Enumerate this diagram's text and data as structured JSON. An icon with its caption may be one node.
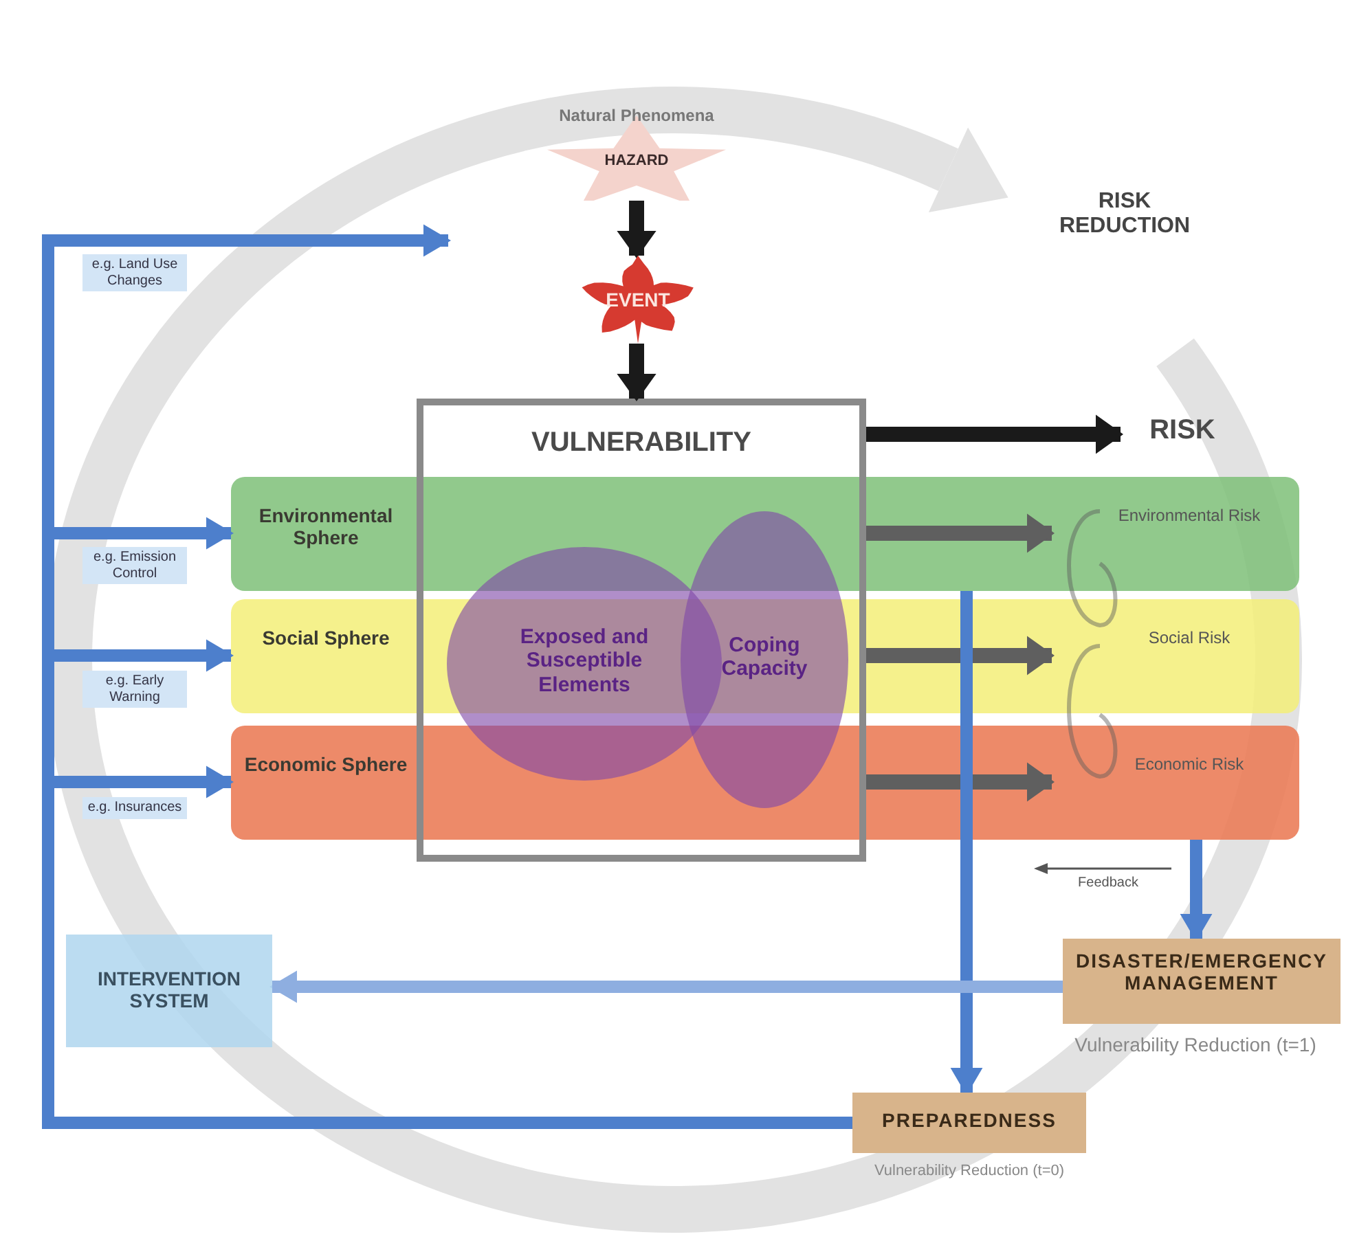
{
  "diagram": {
    "nodes": [
      {
        "text": [
          "Natural Phenomena",
          "HAZARD"
        ]
      },
      {
        "text": [
          "EVENT"
        ]
      },
      {
        "text": [
          "VULNERABILITY"
        ]
      },
      {
        "text": [
          "Exposed and Susceptible Elements"
        ],
        "in": 2
      },
      {
        "text": [
          "Coping Capacity"
        ],
        "in": 2
      },
      {
        "text": [
          "RISK"
        ]
      },
      {
        "text": [],
        "shape": "bar"
      },
      {
        "text": [
          "Environmental Sphere"
        ],
        "in": 6
      },
      {
        "text": [
          "Environmental Risk"
        ],
        "in": 6
      },
      {
        "text": [],
        "shape": "bar"
      },
      {
        "text": [
          "Social Sphere"
        ],
        "in": 9
      },
      {
        "text": [
          "Social Risk"
        ],
        "in": 9
      },
      {
        "text": [],
        "shape": "bar"
      },
      {
        "text": [
          "Economic Sphere"
        ],
        "in": 12
      },
      {
        "text": [
          "Economic Risk"
        ],
        "in": 12
      },
      {
        "text": [
          "INTERVENTION SYSTEM"
        ]
      },
      {
        "text": [
          "DISASTER/EMERGENCY MANAGEMENT"
        ],
        "beside": [
          "Vulnerability Reduction (t=1)"
        ]
      },
      {
        "text": [
          "PREPAREDNESS"
        ],
        "beside": [
          "Vulnerability Reduction (t=0)"
        ]
      }
    ],
    "edges": [
      {
        "from": 0,
        "to": 1,
        "arrow": "to",
        "color": "#1a1a1a"
      },
      {
        "from": 1,
        "to": 2,
        "arrow": "to",
        "color": "#1a1a1a"
      },
      {
        "from": 2,
        "to": 5,
        "arrow": "to",
        "color": "#1a1a1a"
      },
      {
        "from": 2,
        "to": 8,
        "arrow": "to",
        "color": "#5f5f5f"
      },
      {
        "from": 2,
        "to": 11,
        "arrow": "to",
        "color": "#5f5f5f"
      },
      {
        "from": 2,
        "to": 14,
        "arrow": "to",
        "color": "#5f5f5f"
      },
      {
        "from": 17,
        "to": null,
        "arrow": "to",
        "label": "e.g. Land Use Changes"
      },
      {
        "from": 17,
        "to": 6,
        "arrow": "to",
        "label": "e.g. Emission Control"
      },
      {
        "from": 17,
        "to": 9,
        "arrow": "to",
        "label": "e.g. Early Warning"
      },
      {
        "from": 17,
        "to": 12,
        "arrow": "to",
        "label": "e.g. Insurances"
      },
      {
        "from": 6,
        "to": 17,
        "arrow": "to"
      },
      {
        "from": 12,
        "to": 16,
        "arrow": "to"
      },
      {
        "from": 16,
        "to": 15,
        "arrow": "to",
        "color": "#8eaee0"
      }
    ],
    "labels": [
      "RISK REDUCTION",
      "Feedback"
    ]
  }
}
